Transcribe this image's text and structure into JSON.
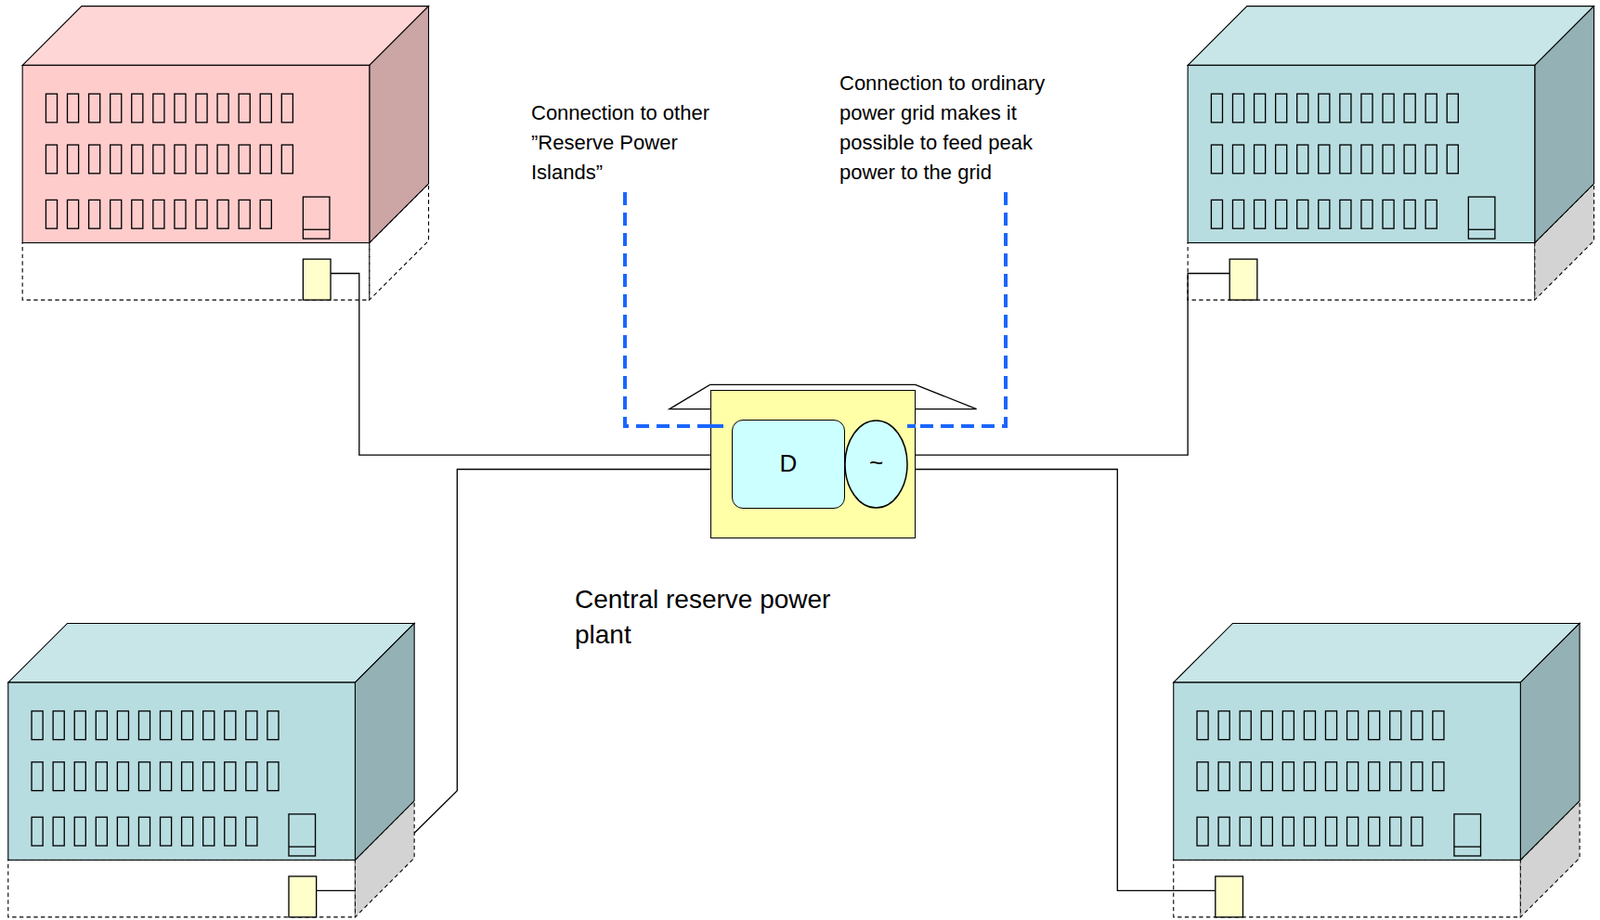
{
  "diagram": {
    "nodes": [
      {
        "text": [
          "Central reserve power plant"
        ]
      },
      {
        "text": [
          "D"
        ],
        "in": 0
      },
      {
        "text": [
          "~"
        ],
        "in": 0
      }
    ],
    "labels": [
      "Connection to other ”Reserve Power Islands”",
      "Connection to ordinary power grid makes it possible to feed peak power to the grid"
    ]
  }
}
